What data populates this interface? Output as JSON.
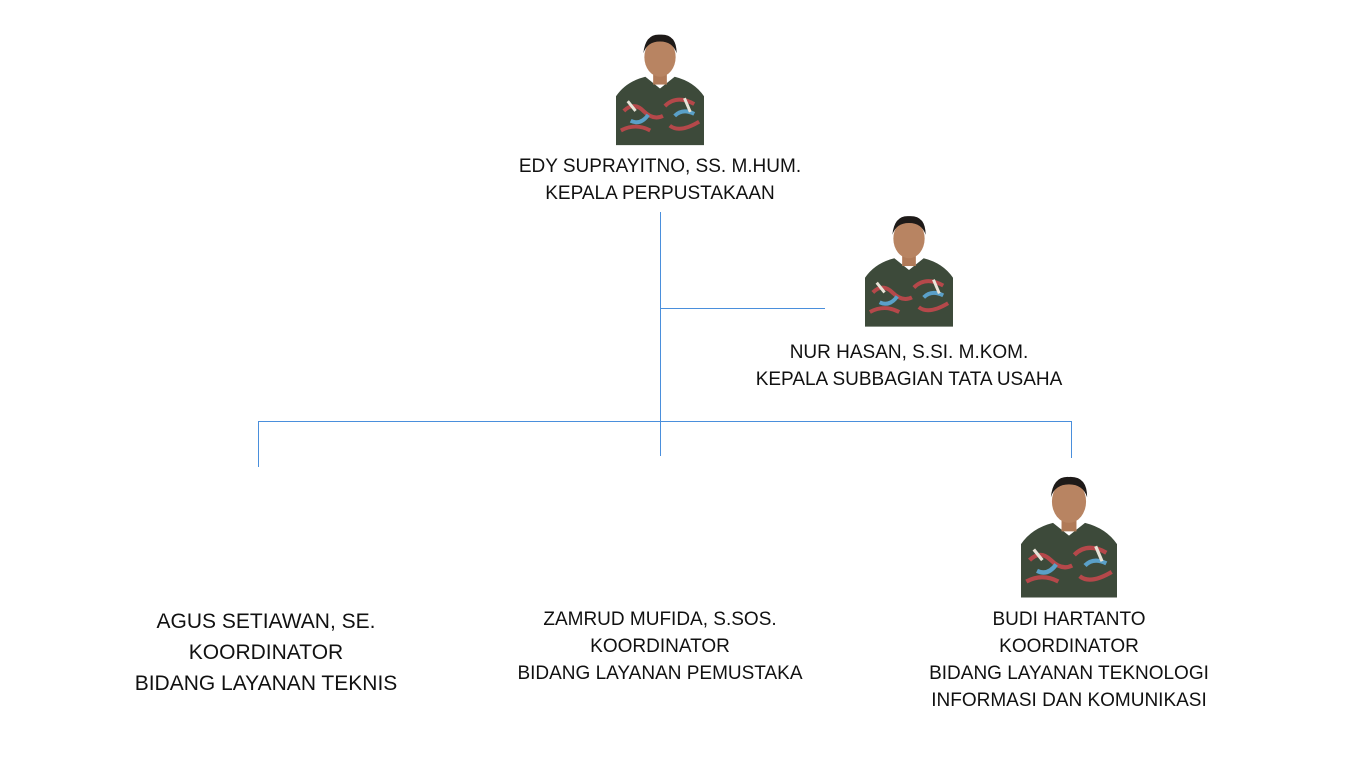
{
  "nodes": {
    "head": {
      "name": "EDY SUPRAYITNO, SS. M.HUM.",
      "role": "KEPALA PERPUSTAKAAN"
    },
    "admin": {
      "name": "NUR HASAN, S.SI. M.KOM.",
      "role": "KEPALA SUBBAGIAN TATA USAHA"
    },
    "technical": {
      "name": "AGUS SETIAWAN, SE.",
      "role": "KOORDINATOR",
      "unit": "BIDANG LAYANAN TEKNIS"
    },
    "user_services": {
      "name": "ZAMRUD MUFIDA, S.SOS.",
      "role": "KOORDINATOR",
      "unit": "BIDANG LAYANAN PEMUSTAKA"
    },
    "ict": {
      "name": "BUDI HARTANTO",
      "role": "KOORDINATOR",
      "unit_line1": "BIDANG LAYANAN TEKNOLOGI",
      "unit_line2": "INFORMASI DAN KOMUNIKASI"
    }
  },
  "colors": {
    "connector": "#4a8fdc"
  }
}
